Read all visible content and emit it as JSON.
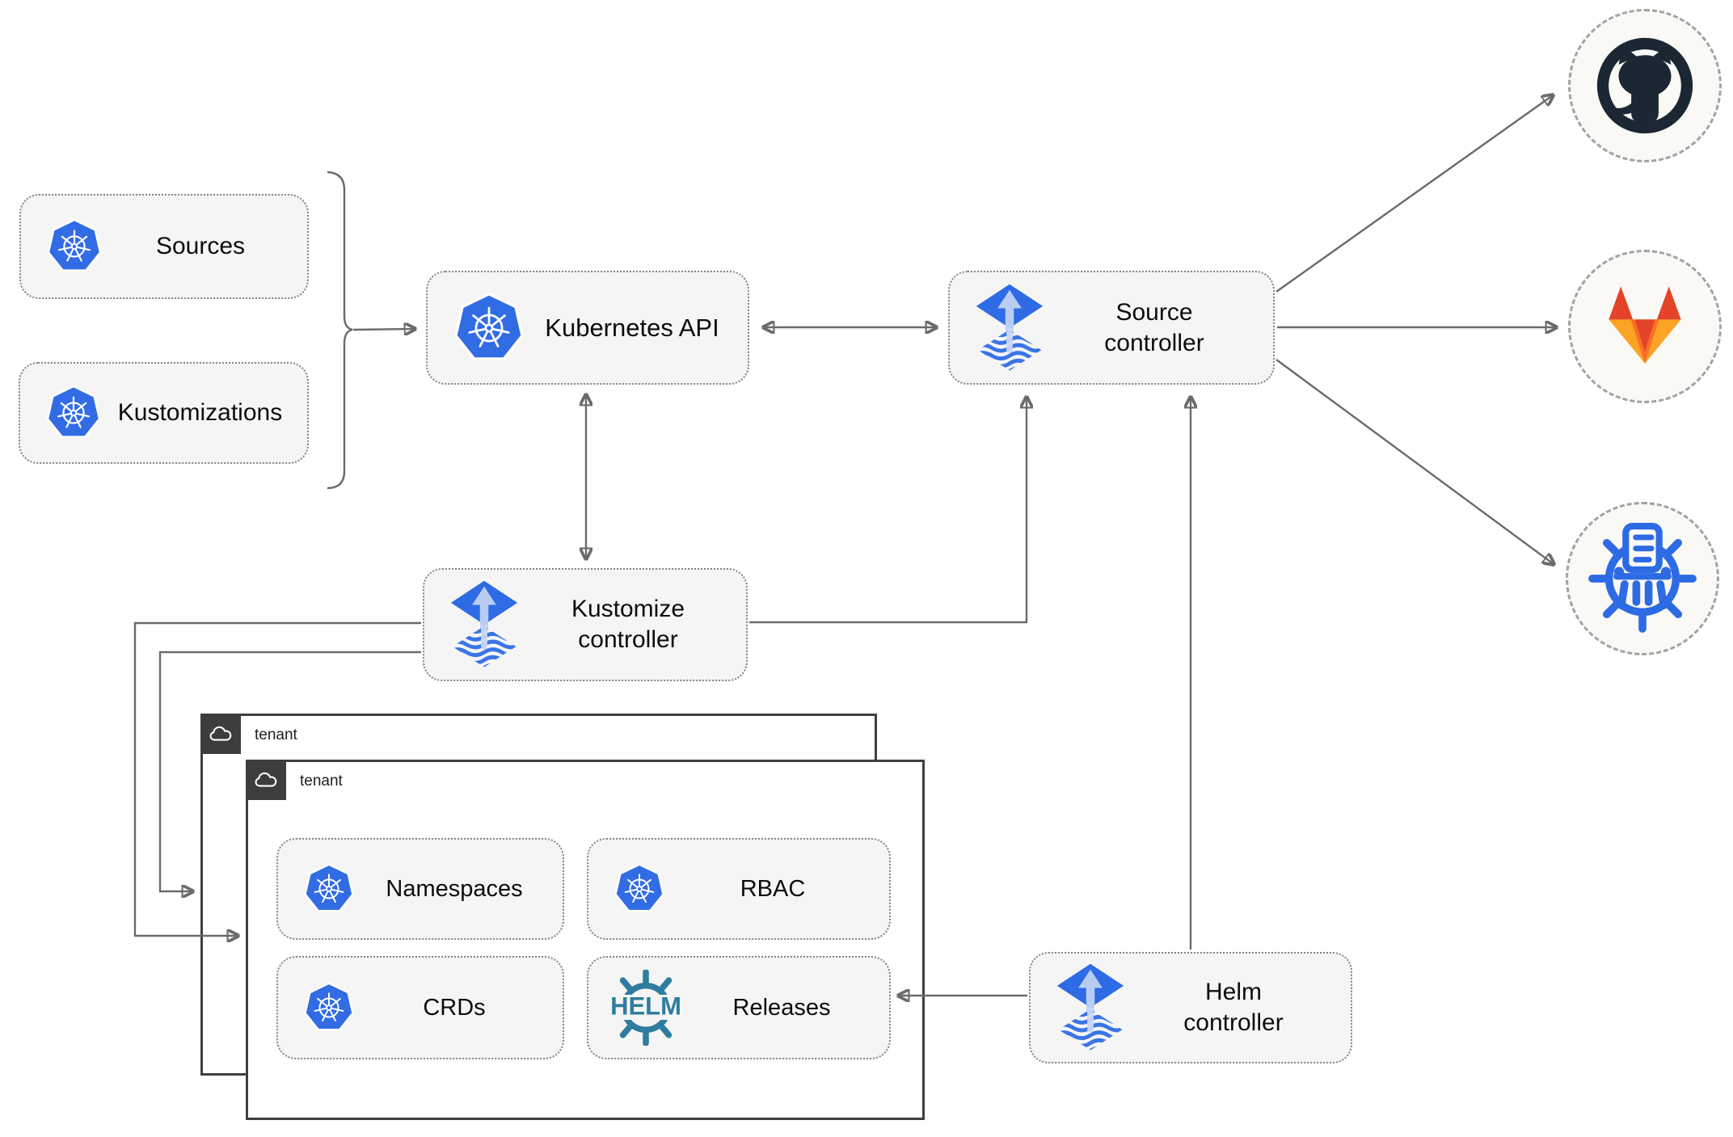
{
  "diagram": {
    "nodes": {
      "sources": {
        "label": "Sources"
      },
      "kustomizations": {
        "label": "Kustomizations"
      },
      "kubernetes_api": {
        "label": "Kubernetes API"
      },
      "source_controller": {
        "label": "Source\ncontroller"
      },
      "kustomize_controller": {
        "label": "Kustomize\ncontroller"
      },
      "helm_controller": {
        "label": "Helm\ncontroller"
      },
      "namespaces": {
        "label": "Namespaces"
      },
      "rbac": {
        "label": "RBAC"
      },
      "crds": {
        "label": "CRDs"
      },
      "releases": {
        "label": "Releases",
        "badge": "HELM"
      }
    },
    "tenants": {
      "back": {
        "label": "tenant"
      },
      "front": {
        "label": "tenant"
      }
    },
    "endpoints": [
      {
        "name": "github"
      },
      {
        "name": "gitlab"
      },
      {
        "name": "chartmuseum"
      }
    ],
    "edges": [
      {
        "from": "sources+kustomizations bracket",
        "to": "kubernetes-api",
        "arrow": "single"
      },
      {
        "from": "kubernetes-api",
        "to": "source-controller",
        "arrow": "double"
      },
      {
        "from": "kubernetes-api",
        "to": "kustomize-controller",
        "arrow": "double"
      },
      {
        "from": "kustomize-controller",
        "to": "source-controller",
        "arrow": "single"
      },
      {
        "from": "helm-controller",
        "to": "source-controller",
        "arrow": "single"
      },
      {
        "from": "helm-controller",
        "to": "releases",
        "arrow": "single"
      },
      {
        "from": "kustomize-controller",
        "to": "tenant-front",
        "arrow": "single"
      },
      {
        "from": "kustomize-controller",
        "to": "tenant-back",
        "arrow": "single"
      },
      {
        "from": "source-controller",
        "to": "github",
        "arrow": "single"
      },
      {
        "from": "source-controller",
        "to": "gitlab",
        "arrow": "single"
      },
      {
        "from": "source-controller",
        "to": "chartmuseum",
        "arrow": "single"
      }
    ],
    "colors": {
      "kubernetes_blue": "#326ce5",
      "flux_blue": "#2e6be4",
      "flux_light": "#b9cdf3",
      "helm_teal": "#2e7d9e",
      "chartmuseum_blue": "#2d6be4",
      "github_dark": "#1b2733",
      "gitlab_red": "#e24329",
      "gitlab_orange": "#fc6d26",
      "gitlab_light": "#fca326",
      "node_fill": "#f5f5f5",
      "node_border": "#858585",
      "line": "#6b6b6b",
      "tenant_border": "#3f3f3f"
    }
  }
}
